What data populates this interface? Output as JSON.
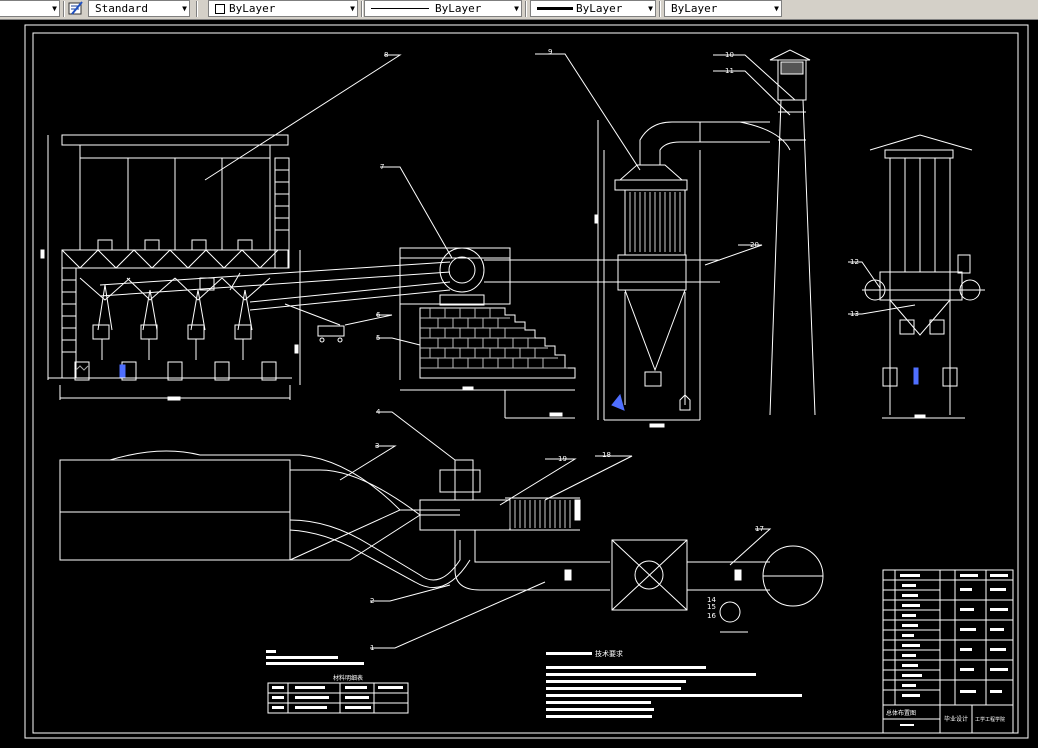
{
  "toolbar": {
    "textstyle_value": "Standard",
    "color_value": "ByLayer",
    "linetype_value": "ByLayer",
    "lineweight_value": "ByLayer",
    "plotstyle_value": "ByLayer"
  },
  "drawing": {
    "callouts": [
      "1",
      "2",
      "3",
      "4",
      "5",
      "6",
      "7",
      "8",
      "9",
      "10",
      "11",
      "12",
      "13",
      "14",
      "15",
      "16",
      "17",
      "18",
      "19",
      "20"
    ],
    "title_block": {
      "design_label": "毕业设计",
      "drawing_name": "总体布置图",
      "school": "工学工程学院"
    },
    "notes_heading": "技术要求",
    "table_heading": "材料明细表"
  },
  "colors": {
    "background": "#000000",
    "line": "#ffffff",
    "toolbar": "#d4d0c8",
    "accent_blue": "#4f6fff"
  }
}
